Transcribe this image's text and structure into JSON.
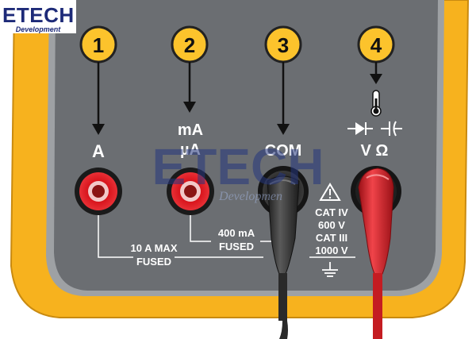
{
  "logo": {
    "brand": "ETECH",
    "tagline": "Development"
  },
  "watermark": {
    "brand": "ETECH",
    "tagline": "Developmen"
  },
  "terminals": [
    {
      "number": "1",
      "label_line1": "A",
      "label_line2": ""
    },
    {
      "number": "2",
      "label_line1": "mA",
      "label_line2": "µA"
    },
    {
      "number": "3",
      "label_line1": "COM",
      "label_line2": ""
    },
    {
      "number": "4",
      "label_line1": "V Ω",
      "label_line2": ""
    }
  ],
  "fuse_labels": {
    "a_line1": "10 A MAX",
    "a_line2": "FUSED",
    "ma_line1": "400 mA",
    "ma_line2": "FUSED"
  },
  "safety": {
    "cat_iv": "CAT IV",
    "cat_iv_voltage": "600 V",
    "cat_iii": "CAT III",
    "cat_iii_voltage": "1000 V"
  },
  "colors": {
    "case_yellow": "#f7b21e",
    "panel_gray": "#6b6e72",
    "jack_red": "#d8141c",
    "lead_black": "#2a2a2a",
    "lead_red": "#d22027",
    "badge_yellow": "#fcc32c"
  },
  "icons": [
    "arrow-down-icon",
    "thermometer-icon",
    "diode-icon",
    "capacitor-icon",
    "warning-triangle-icon",
    "ground-icon"
  ]
}
